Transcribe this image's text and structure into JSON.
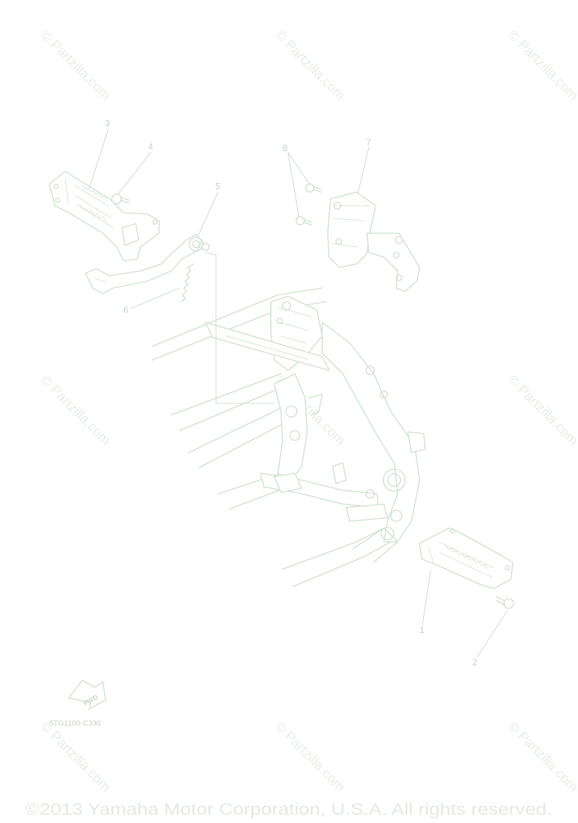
{
  "diagram": {
    "callouts": [
      "1",
      "2",
      "3",
      "4",
      "5",
      "6",
      "7",
      "8"
    ],
    "drawing_code": "5TG1100-C330",
    "fwd_label": "FWD",
    "watermark": "© Partzilla.com",
    "copyright": "©2013 Yamaha Motor Corporation, U.S.A. All rights reserved."
  }
}
